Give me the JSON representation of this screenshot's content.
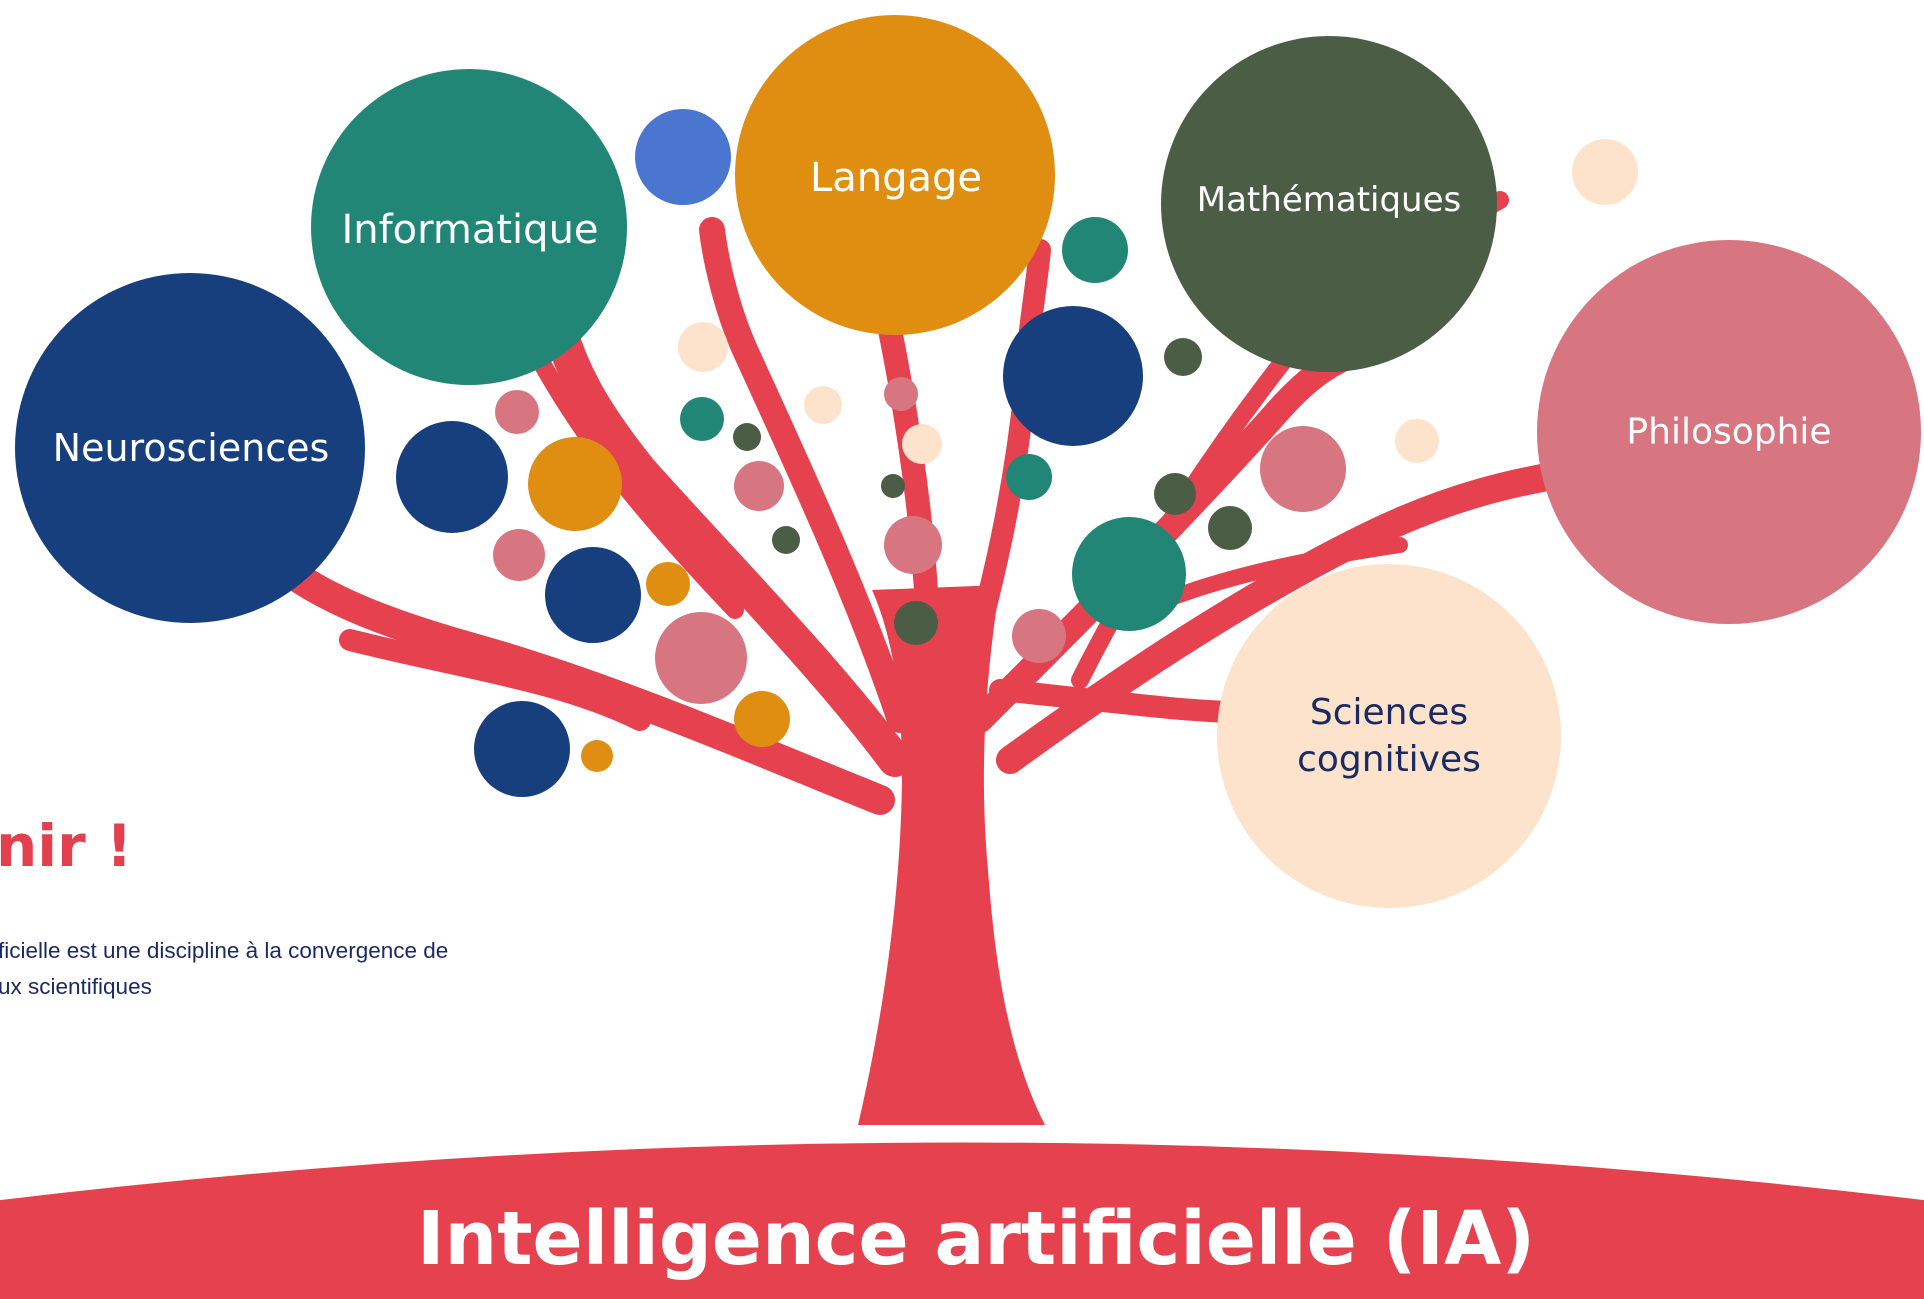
{
  "title": "Intelligence artificielle (IA)",
  "heading": "nir !",
  "description": {
    "line1": "ficielle est une discipline à la convergence de",
    "line2": "ux scientifiques"
  },
  "disciplines": [
    {
      "id": "neurosciences",
      "label": "Neurosciences",
      "color": "#173f7e",
      "text_color": "#ffffff"
    },
    {
      "id": "informatique",
      "label": "Informatique",
      "color": "#228677",
      "text_color": "#ffffff"
    },
    {
      "id": "langage",
      "label": "Langage",
      "color": "#e08e12",
      "text_color": "#ffffff"
    },
    {
      "id": "mathematiques",
      "label": "Mathématiques",
      "color": "#4b5d45",
      "text_color": "#ffffff"
    },
    {
      "id": "philosophie",
      "label": "Philosophie",
      "color": "#d77681",
      "text_color": "#ffffff"
    },
    {
      "id": "sciences-cognitives",
      "label": [
        "Sciences",
        "cognitives"
      ],
      "color": "#fde3cc",
      "text_color": "#1c2a63"
    }
  ],
  "palette": {
    "tree": "#e6414f",
    "navy": "#173f7e",
    "teal": "#228677",
    "orange": "#e08e12",
    "olive": "#4b5d45",
    "pink": "#d77681",
    "peach": "#fde3cc",
    "blue": "#4a76d0"
  }
}
